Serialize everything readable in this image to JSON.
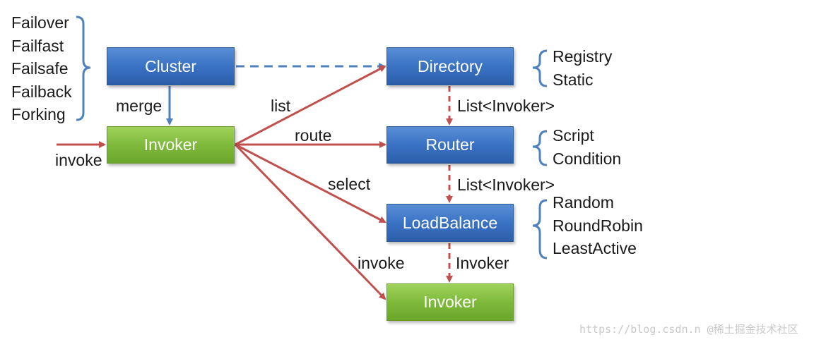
{
  "colors": {
    "box_blue": "#3a72c4",
    "box_green": "#7fba3c",
    "arrow_red": "#c0504d",
    "arrow_blue": "#4f81bd",
    "brace_blue": "#4f81bd"
  },
  "nodes": {
    "cluster": "Cluster",
    "directory": "Directory",
    "router": "Router",
    "loadbalance": "LoadBalance",
    "invoker_main": "Invoker",
    "invoker_target": "Invoker"
  },
  "cluster_strategies": [
    "Failover",
    "Failfast",
    "Failsafe",
    "Failback",
    "Forking"
  ],
  "directory_types": [
    "Registry",
    "Static"
  ],
  "router_types": [
    "Script",
    "Condition"
  ],
  "loadbalance_types": [
    "Random",
    "RoundRobin",
    "LeastActive"
  ],
  "edge_labels": {
    "merge": "merge",
    "invoke_in": "invoke",
    "list": "list",
    "route": "route",
    "select": "select",
    "invoke_out": "invoke",
    "directory_to_router": "List<Invoker>",
    "router_to_loadbalance": "List<Invoker>",
    "loadbalance_to_invoker": "Invoker"
  },
  "watermark": "https://blog.csdn.n @稀土掘金技术社区"
}
